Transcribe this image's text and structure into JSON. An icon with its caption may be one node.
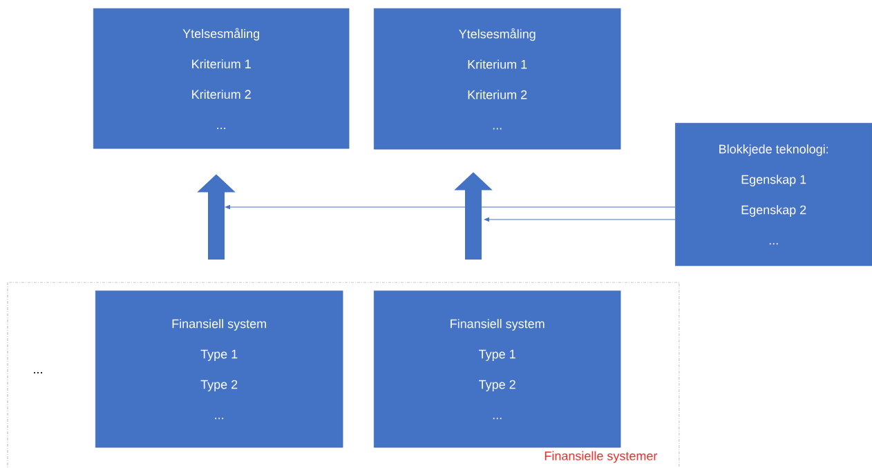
{
  "diagram": {
    "nodes": [
      {
        "text": [
          "Ytelsesmåling",
          "Kriterium 1",
          "Kriterium 2",
          "..."
        ]
      },
      {
        "text": [
          "Ytelsesmåling",
          "Kriterium 1",
          "Kriterium 2",
          "..."
        ]
      },
      {
        "text": [
          "Blokkjede teknologi:",
          "Egenskap 1",
          "Egenskap 2",
          "..."
        ]
      },
      {
        "text": [
          "Finansielle systemer"
        ]
      },
      {
        "text": [
          "Finansiell system",
          "Type 1",
          "Type 2",
          "..."
        ],
        "in": 3
      },
      {
        "text": [
          "Finansiell system",
          "Type 1",
          "Type 2",
          "..."
        ],
        "in": 3
      }
    ],
    "edges": [
      {
        "from": 4,
        "to": 0,
        "arrow": "to",
        "style": "thick"
      },
      {
        "from": 5,
        "to": 1,
        "arrow": "to",
        "style": "thick"
      },
      {
        "from": 2,
        "to": null,
        "arrow": "to"
      },
      {
        "from": 2,
        "to": null,
        "arrow": "to"
      }
    ],
    "labels": [
      "..."
    ]
  }
}
